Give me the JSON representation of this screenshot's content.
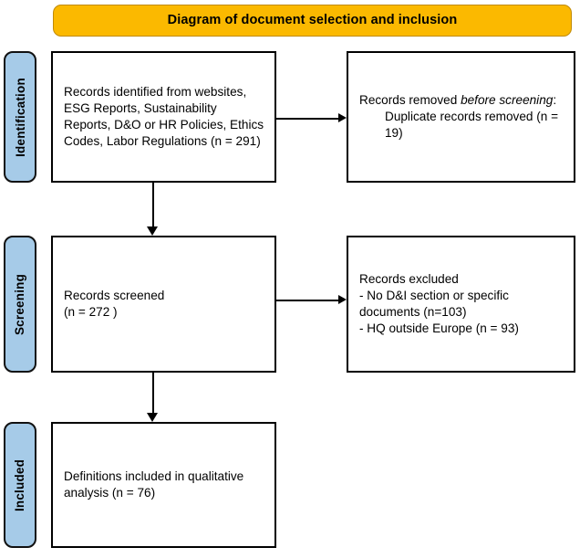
{
  "title": {
    "text": "Diagram of document selection and inclusion",
    "background_color": "#FBB900",
    "border_color": "#C08A06"
  },
  "stages": [
    {
      "id": "identification",
      "label": "Identification"
    },
    {
      "id": "screening",
      "label": "Screening"
    },
    {
      "id": "included",
      "label": "Included"
    }
  ],
  "stage_color": "#A6CBE8",
  "boxes": {
    "identified": {
      "text": "Records identified from websites, ESG Reports, Sustainability Reports, D&O or HR Policies, Ethics Codes, Labor Regulations (n = 291)",
      "count": 291
    },
    "removed": {
      "heading": "Records removed ",
      "heading_italic": "before screening",
      "heading_suffix": ":",
      "detail": "Duplicate records removed  (n = 19)",
      "count": 19
    },
    "screened": {
      "text": "Records screened\n(n = 272 )",
      "line1": "Records screened",
      "line2": "(n = 272 )",
      "count": 272
    },
    "excluded": {
      "line1": "Records excluded",
      "line2": "- No D&I section or specific documents (n=103)",
      "line3": "- HQ outside Europe (n = 93)",
      "count_no_section": 103,
      "count_outside_europe": 93
    },
    "included": {
      "line1": "Definitions included in qualitative",
      "line2": "analysis (n = 76)",
      "count": 76
    }
  },
  "arrows": [
    {
      "id": "identified-to-removed",
      "direction": "right"
    },
    {
      "id": "screened-to-excluded",
      "direction": "right"
    },
    {
      "id": "identified-to-screened",
      "direction": "down"
    },
    {
      "id": "screened-to-included",
      "direction": "down"
    }
  ],
  "chart_data": {
    "type": "diagram",
    "title": "Diagram of document selection and inclusion",
    "nodes": [
      {
        "stage": "Identification",
        "side": "left",
        "label": "Records identified from websites, ESG Reports, Sustainability Reports, D&O or HR Policies, Ethics Codes, Labor Regulations",
        "n": 291
      },
      {
        "stage": "Identification",
        "side": "right",
        "label": "Records removed before screening: Duplicate records removed",
        "n": 19
      },
      {
        "stage": "Screening",
        "side": "left",
        "label": "Records screened",
        "n": 272
      },
      {
        "stage": "Screening",
        "side": "right",
        "label": "Records excluded - No D&I section or specific documents",
        "n": 103
      },
      {
        "stage": "Screening",
        "side": "right",
        "label": "Records excluded - HQ outside Europe",
        "n": 93
      },
      {
        "stage": "Included",
        "side": "left",
        "label": "Definitions included in qualitative analysis",
        "n": 76
      }
    ],
    "edges": [
      {
        "from": "Records identified",
        "to": "Records removed before screening"
      },
      {
        "from": "Records identified",
        "to": "Records screened"
      },
      {
        "from": "Records screened",
        "to": "Records excluded"
      },
      {
        "from": "Records screened",
        "to": "Definitions included in qualitative analysis"
      }
    ]
  }
}
